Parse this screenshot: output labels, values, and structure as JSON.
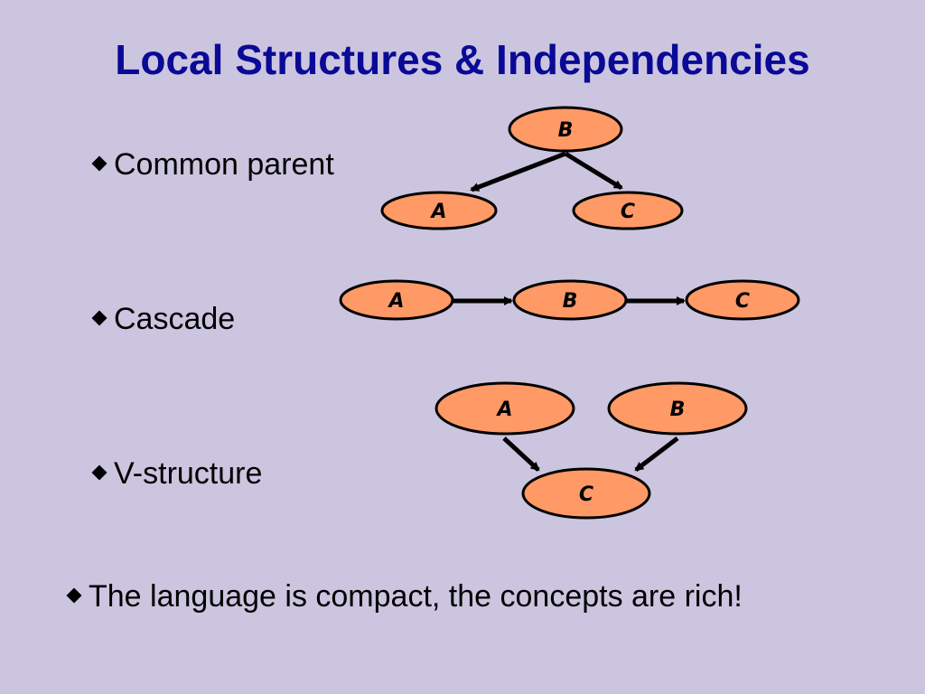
{
  "slide": {
    "title": "Local Structures & Independencies",
    "bullets": [
      {
        "text": "Common parent"
      },
      {
        "text": "Cascade"
      },
      {
        "text": "V-structure"
      }
    ],
    "footer_bullet": "The language is compact, the concepts are rich!"
  },
  "diagrams": {
    "common_parent": {
      "nodes": [
        "B",
        "A",
        "C"
      ]
    },
    "cascade": {
      "nodes": [
        "A",
        "B",
        "C"
      ]
    },
    "v_structure": {
      "nodes": [
        "A",
        "B",
        "C"
      ]
    }
  },
  "colors": {
    "background": "#ccc5e0",
    "title": "#0a0a96",
    "node_fill": "#ff9966",
    "node_stroke": "#000000"
  }
}
